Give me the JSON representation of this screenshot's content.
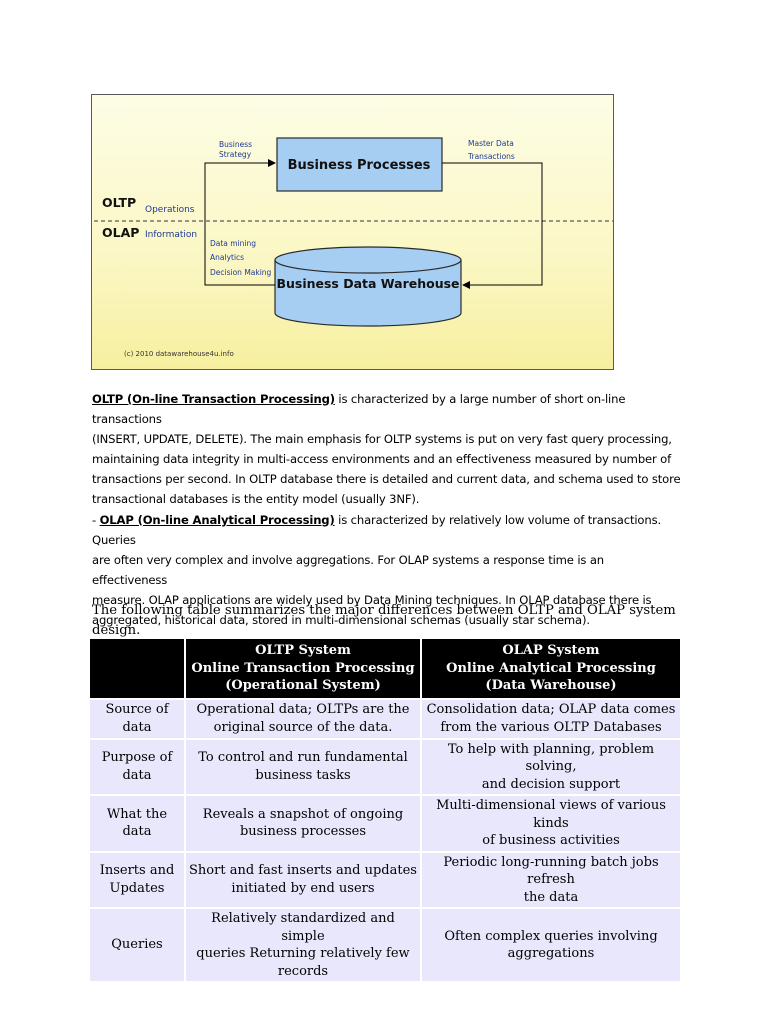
{
  "diagram": {
    "business_processes": "Business Processes",
    "business_data_warehouse": "Business Data Warehouse",
    "business_strategy": [
      "Business",
      "Strategy"
    ],
    "master_data": [
      "Master Data",
      "Transactions"
    ],
    "oltp": "OLTP",
    "operations": "Operations",
    "olap": "OLAP",
    "information": "Information",
    "analysis_items": [
      "Data mining",
      "Analytics",
      "Decision Making"
    ],
    "copyright": "(c) 2010 datawarehouse4u.info",
    "colors": {
      "box_fill": "#a6cef2",
      "label_blue": "#1f3a93",
      "arrow": "#000000"
    }
  },
  "paragraph1": {
    "term": "OLTP (On-line Transaction Processing)",
    "lines": [
      " is characterized by a large number of short on-line transactions",
      "(INSERT, UPDATE, DELETE). The main emphasis for OLTP systems is put on very fast query processing,",
      "maintaining data integrity in multi-access environments and an effectiveness measured by number of",
      "transactions per second. In OLTP database there is detailed and current data, and schema used to store",
      "transactional databases is the entity model (usually 3NF)."
    ]
  },
  "paragraph2": {
    "prefix": "- ",
    "term": "OLAP (On-line Analytical Processing)",
    "lines": [
      " is characterized by relatively low volume of transactions. Queries",
      "are often very complex and involve aggregations. For OLAP systems a response time is an effectiveness",
      "measure. OLAP applications are widely used by Data Mining techniques. In OLAP database there is",
      "aggregated, historical data, stored in multi-dimensional schemas (usually star schema)."
    ]
  },
  "summary": "The following table summarizes the major differences between OLTP and OLAP system design.",
  "table": {
    "headers": [
      [
        ""
      ],
      [
        "OLTP System",
        "Online Transaction Processing",
        "(Operational System)"
      ],
      [
        "OLAP System",
        "Online Analytical Processing",
        "(Data Warehouse)"
      ]
    ],
    "rows": [
      [
        [
          "Source of data"
        ],
        [
          "Operational data; OLTPs are the",
          "original source of the data."
        ],
        [
          "Consolidation data; OLAP data comes",
          "from the various OLTP Databases"
        ]
      ],
      [
        [
          "Purpose of",
          "data"
        ],
        [
          "To control and run fundamental",
          "business tasks"
        ],
        [
          "To help with planning, problem solving,",
          "and decision support"
        ]
      ],
      [
        [
          "What the data"
        ],
        [
          "Reveals a snapshot of ongoing",
          "business processes"
        ],
        [
          "Multi-dimensional views of various kinds",
          "of business activities"
        ]
      ],
      [
        [
          "Inserts and",
          "Updates"
        ],
        [
          "Short and fast inserts and updates",
          "initiated by end users"
        ],
        [
          "Periodic long-running batch jobs refresh",
          "the data"
        ]
      ],
      [
        [
          "Queries"
        ],
        [
          "Relatively standardized and simple",
          "queries Returning relatively few",
          "records"
        ],
        [
          "Often complex queries involving",
          "aggregations"
        ]
      ]
    ]
  }
}
